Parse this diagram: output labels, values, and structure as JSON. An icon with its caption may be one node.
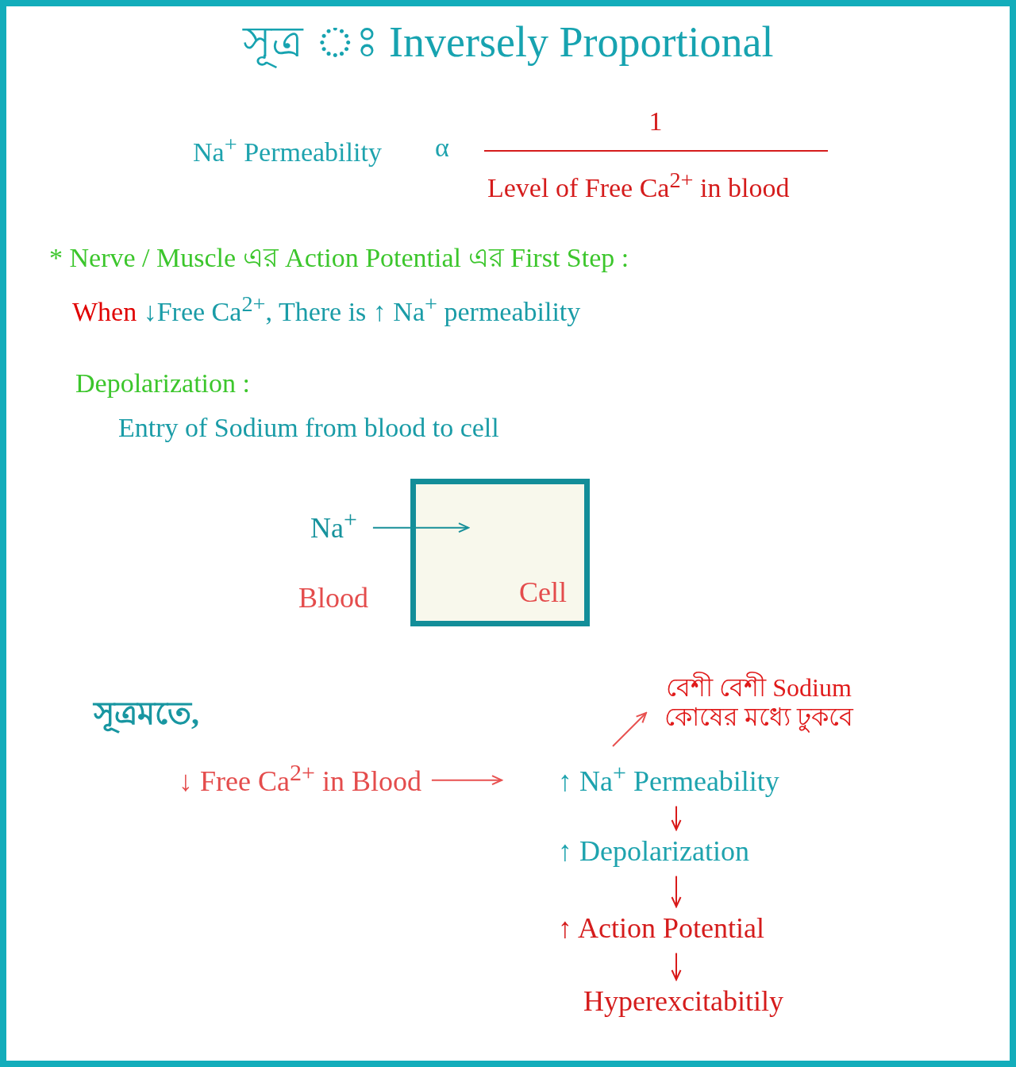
{
  "diagram": {
    "title": "সূত্র ঃ Inversely Proportional",
    "nodes": [
      {
        "text": [
          "Na$^{+}$"
        ]
      },
      {
        "text": [
          "Cell"
        ]
      },
      {
        "text": [
          "বেশী বেশী Sodium কোষের মধ্যে ঢুকবে"
        ]
      },
      {
        "text": [
          "↓ Free Ca$^{2+}$ in Blood"
        ]
      },
      {
        "text": [
          "↑ Na$^{+}$ Permeability"
        ]
      },
      {
        "text": [
          "↑ Depolarization"
        ]
      },
      {
        "text": [
          "↑ Action Potential"
        ]
      },
      {
        "text": [
          "Hyperexcitabitily"
        ]
      }
    ],
    "edges": [
      {
        "from": 0,
        "to": 1,
        "arrow": "to",
        "color": "#178f99"
      },
      {
        "from": 3,
        "to": 4,
        "arrow": "to",
        "color": "#e8504f"
      },
      {
        "from": 4,
        "to": 2,
        "arrow": "to",
        "color": "#e8504f"
      },
      {
        "from": 4,
        "to": 5,
        "arrow": "to"
      },
      {
        "from": 5,
        "to": 6,
        "arrow": "to"
      },
      {
        "from": 6,
        "to": 7,
        "arrow": "to"
      }
    ],
    "labels": [
      "Na$^{+}$ Permeability",
      "α",
      "1",
      "Level of Free Ca$^{2+}$ in blood",
      "* Nerve / Muscle এর Action Potential এর First Step :",
      "When ↓Free Ca$^{2+}$, There is ↑ Na$^{+}$ permeability",
      "Depolarization :",
      "Entry of Sodium from blood to cell",
      "Blood",
      "সূত্রমতে,"
    ]
  }
}
